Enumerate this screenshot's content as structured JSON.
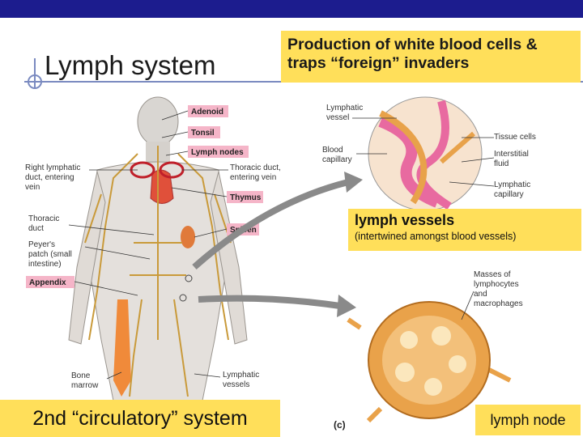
{
  "title": "Lymph system",
  "description_box": "Production of white blood cells & traps “foreign” invaders",
  "lymph_vessels": {
    "label": "lymph vessels",
    "sub": "(intertwined amongst blood vessels)"
  },
  "circulatory_label": "2nd “circulatory” system",
  "lymph_node_label": "lymph node",
  "panel_label": "(c)",
  "body_labels": {
    "adenoid": "Adenoid",
    "tonsil": "Tonsil",
    "lymph_nodes": "Lymph nodes",
    "right_duct_1": "Right lymphatic",
    "right_duct_2": "duct, entering",
    "right_duct_3": "vein",
    "thoracic_enter_1": "Thoracic duct,",
    "thoracic_enter_2": "entering vein",
    "thymus": "Thymus",
    "thoracic_duct_1": "Thoracic",
    "thoracic_duct_2": "duct",
    "spleen": "Spleen",
    "peyers_1": "Peyer's",
    "peyers_2": "patch (small",
    "peyers_3": "intestine)",
    "appendix": "Appendix",
    "bone_marrow_1": "Bone",
    "bone_marrow_2": "marrow",
    "lymph_vessels_1": "Lymphatic",
    "lymph_vessels_2": "vessels"
  },
  "vessel_labels": {
    "lymphatic_vessel_1": "Lymphatic",
    "lymphatic_vessel_2": "vessel",
    "blood_capillary_1": "Blood",
    "blood_capillary_2": "capillary",
    "tissue_cells": "Tissue cells",
    "interstitial_1": "Interstitial",
    "interstitial_2": "fluid",
    "lymphatic_capillary_1": "Lymphatic",
    "lymphatic_capillary_2": "capillary"
  },
  "node_labels": {
    "masses_1": "Masses of",
    "masses_2": "lymphocytes",
    "masses_3": "and",
    "masses_4": "macrophages"
  },
  "colors": {
    "header_bar": "#1c1c8e",
    "highlight": "#ffdf5a",
    "label_box": "#f5b5c8",
    "vessel": "#c99a3a",
    "node": "#e9a24a"
  }
}
